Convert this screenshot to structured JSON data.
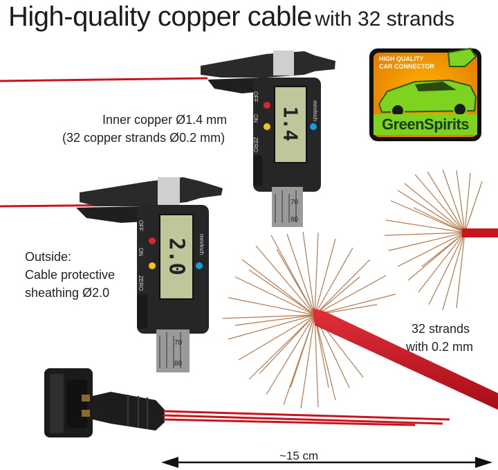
{
  "title": {
    "main": "High-quality copper cable",
    "suffix": "with 32 strands"
  },
  "inner_label": {
    "line1": "Inner copper Ø1.4 mm",
    "line2": "(32 copper strands Ø0.2 mm)"
  },
  "outside_label": {
    "line1": "Outside:",
    "line2": "Cable protective",
    "line3": "sheathing Ø2.0"
  },
  "strands_label": {
    "line1": "32 strands",
    "line2": "with 0.2 mm"
  },
  "length_label": "~15 cm",
  "logo": {
    "top_line1": "HIGH QUALITY",
    "top_line2": "CAR CONNECTOR",
    "brand": "GreenSpirits"
  },
  "caliper_top": {
    "reading": "1.4",
    "off": "OFF",
    "on": "ON",
    "zero": "ZERO",
    "unit_toggle": "mm/inch"
  },
  "caliper_bottom": {
    "reading": "2.0",
    "off": "OFF",
    "on": "ON",
    "zero": "ZERO",
    "unit_toggle": "mm/inch"
  },
  "colors": {
    "cable_red": "#c8141e",
    "copper": "#b5784a",
    "caliper_body": "#262626",
    "lcd": "#bfc79a",
    "logo_green": "#7ed320"
  }
}
